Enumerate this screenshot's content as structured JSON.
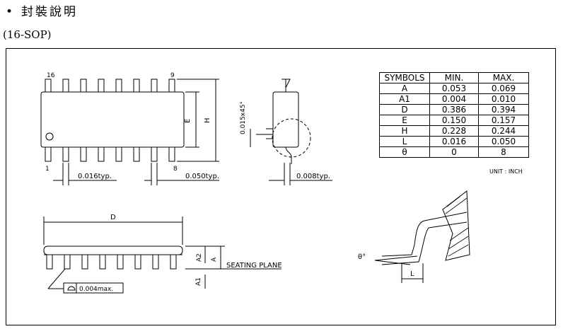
{
  "heading": {
    "bullet": "•",
    "title": "封裝說明"
  },
  "package": "(16-SOP)",
  "drawing": {
    "pin16": "16",
    "pin9": "9",
    "pin1": "1",
    "pin8": "8",
    "dim_E": "E",
    "dim_H": "H",
    "dim_D": "D",
    "dim_A": "A",
    "dim_A1": "A1",
    "dim_A2": "A2",
    "dim_L": "L",
    "lead_width": "0.016typ.",
    "pitch": "0.050typ.",
    "lead_thick": "0.008typ.",
    "chamfer": "0.015x45°",
    "coplanarity": "0.004max.",
    "seating_plane": "SEATING PLANE",
    "theta": "θ°"
  },
  "table": {
    "headers": [
      "SYMBOLS",
      "MIN.",
      "MAX."
    ],
    "rows": [
      [
        "A",
        "0.053",
        "0.069"
      ],
      [
        "A1",
        "0.004",
        "0.010"
      ],
      [
        "D",
        "0.386",
        "0.394"
      ],
      [
        "E",
        "0.150",
        "0.157"
      ],
      [
        "H",
        "0.228",
        "0.244"
      ],
      [
        "L",
        "0.016",
        "0.050"
      ],
      [
        "θ",
        "0",
        "8"
      ]
    ],
    "unit": "UNIT : INCH"
  }
}
